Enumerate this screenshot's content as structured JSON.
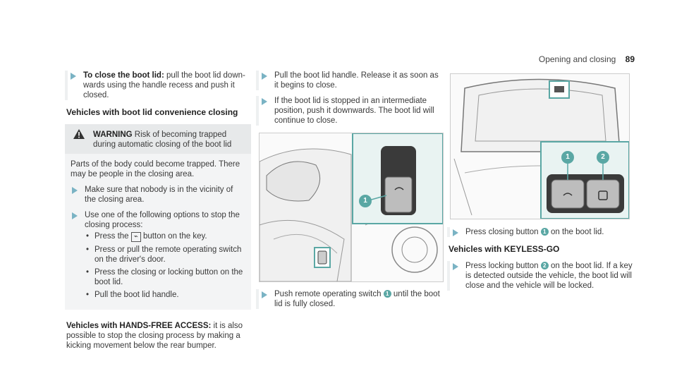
{
  "header": {
    "section": "Opening and closing",
    "page": "89"
  },
  "col1": {
    "step_close_title": "To close the boot lid:",
    "step_close_text": " pull the boot lid down-wards using the handle recess and push it closed.",
    "convenience_heading": "Vehicles with boot lid convenience closing",
    "warning_label": "WARNING",
    "warning_text": " Risk of becoming trapped during automatic closing of the boot lid",
    "warning_body": "Parts of the body could become trapped. There may be people in the closing area.",
    "step_make_sure": "Make sure that nobody is in the vicinity of the closing area.",
    "step_use_one": "Use one of the following options to stop the closing process:",
    "bullets": {
      "b1_pre": "Press the",
      "b1_icon": "⌁",
      "b1_post": "button on the key.",
      "b2": "Press or pull the remote operating switch on the driver's door.",
      "b3": "Press the closing or locking button on the boot lid.",
      "b4": "Pull the boot lid handle."
    },
    "handsfree_title": "Vehicles with HANDS-FREE ACCESS:",
    "handsfree_text": " it is also possible to stop the closing process by making a kicking movement below the rear bumper."
  },
  "col2": {
    "step_pull": "Pull the boot lid handle. Release it as soon as it begins to close.",
    "step_stopped": "If the boot lid is stopped in an intermediate position, push it downwards. The boot lid will continue to close.",
    "step_push_pre": "Push remote operating switch",
    "step_push_badge": "1",
    "step_push_post": "until the boot lid is fully closed.",
    "fig_callout": "1"
  },
  "col3": {
    "fig_callout_1": "1",
    "fig_callout_2": "2",
    "step_press_pre": "Press closing button",
    "step_press_badge": "1",
    "step_press_post": "on the boot lid.",
    "keyless_heading": "Vehicles with KEYLESS-GO",
    "step_lock_pre": "Press locking button",
    "step_lock_badge": "2",
    "step_lock_post": "on the boot lid. If a key is detected outside the vehicle, the boot lid will close and the vehicle will be locked."
  },
  "colors": {
    "accent": "#5aa7a4",
    "arrow": "#7ab3c4",
    "warning": "#f3f4f5"
  }
}
